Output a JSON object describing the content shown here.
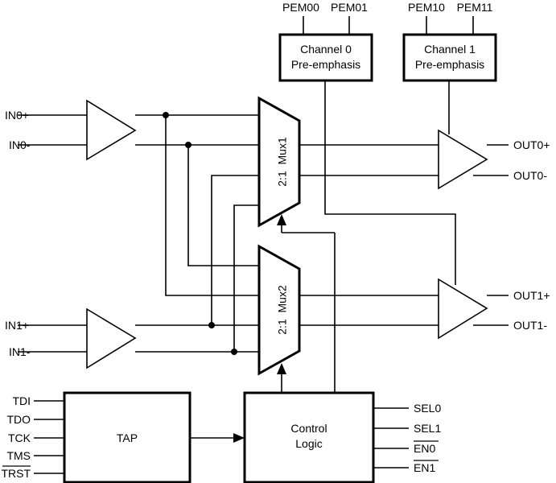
{
  "blocks": {
    "channel0": {
      "line1": "Channel 0",
      "line2": "Pre-emphasis"
    },
    "channel1": {
      "line1": "Channel 1",
      "line2": "Pre-emphasis"
    },
    "tap": "TAP",
    "control": {
      "line1": "Control",
      "line2": "Logic"
    },
    "mux1": "2:1  Mux1",
    "mux2": "2:1  Mux2"
  },
  "pins": {
    "pem00": "PEM00",
    "pem01": "PEM01",
    "pem10": "PEM10",
    "pem11": "PEM11",
    "in0p": "IN0+",
    "in0n": "IN0-",
    "in1p": "IN1+",
    "in1n": "IN1-",
    "out0p": "OUT0+",
    "out0n": "OUT0-",
    "out1p": "OUT1+",
    "out1n": "OUT1-",
    "tdi": "TDI",
    "tdo": "TDO",
    "tck": "TCK",
    "tms": "TMS",
    "trst": "TRST",
    "sel0": "SEL0",
    "sel1": "SEL1",
    "en0": "EN0",
    "en1": "EN1"
  }
}
